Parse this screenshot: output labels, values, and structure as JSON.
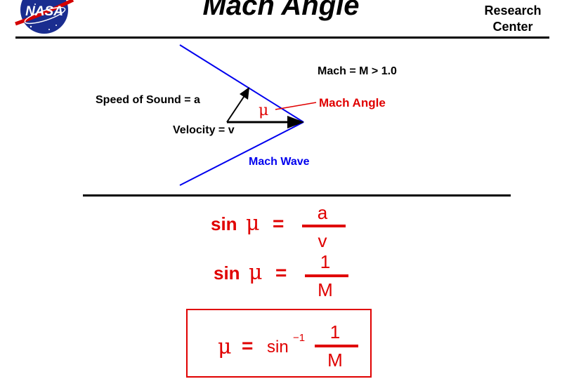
{
  "header": {
    "logo_text": "NASA",
    "title": "Mach  Angle",
    "center_line1": "Research",
    "center_line2": "Center"
  },
  "diagram": {
    "mach_condition": "Mach = M  > 1.0",
    "speed_of_sound_label": "Speed of  Sound =  a",
    "velocity_label": "Velocity = v",
    "mu_symbol": "μ",
    "mach_angle_label": "Mach  Angle",
    "mach_wave_label": "Mach  Wave",
    "colors": {
      "wave": "#0000ee",
      "angle": "#e00000",
      "arrows": "#000000"
    }
  },
  "equations": {
    "eq1": {
      "lhs_fn": "sin",
      "lhs_var": "μ",
      "equals": "=",
      "numerator": "a",
      "denominator": "v"
    },
    "eq2": {
      "lhs_fn": "sin",
      "lhs_var": "μ",
      "equals": "=",
      "numerator": "1",
      "denominator": "M"
    },
    "eq3": {
      "lhs_var": "μ",
      "equals": "=",
      "fn": "sin",
      "exponent": "−1",
      "numerator": "1",
      "denominator": "M"
    },
    "color": "#e00000"
  }
}
